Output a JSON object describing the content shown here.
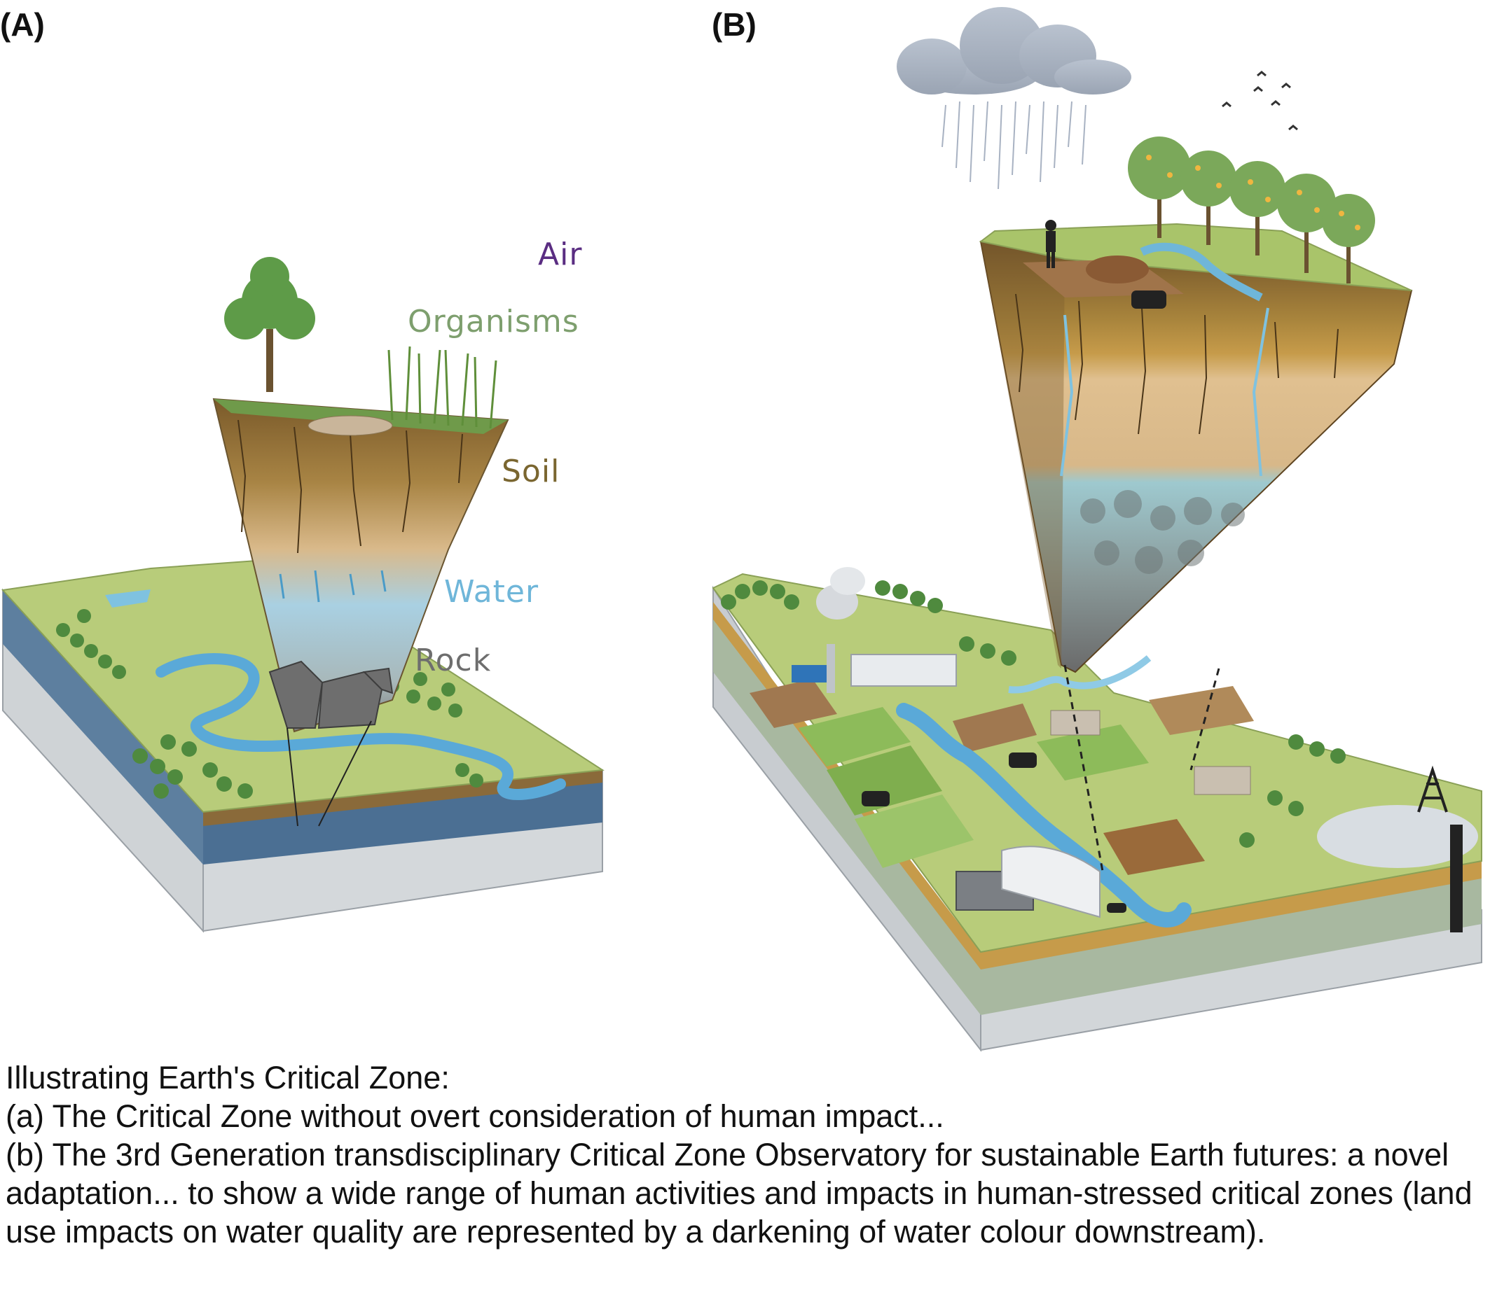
{
  "panels": {
    "a_label": "(A)",
    "b_label": "(B)"
  },
  "layers": [
    {
      "key": "air",
      "text": "Air",
      "color": "#5a2d82"
    },
    {
      "key": "organisms",
      "text": "Organisms",
      "color": "#7e9f6e"
    },
    {
      "key": "soil",
      "text": "Soil",
      "color": "#7a6630"
    },
    {
      "key": "water",
      "text": "Water",
      "color": "#6fb6d9"
    },
    {
      "key": "rock",
      "text": "Rock",
      "color": "#6e6e6e"
    }
  ],
  "caption": {
    "title": "Illustrating Earth's Critical Zone:",
    "line_a": "(a) The Critical Zone without overt consideration of human impact...",
    "line_b": "(b) The 3rd Generation transdisciplinary Critical Zone Observatory for sustainable Earth futures: a novel adaptation... to show a wide range of human activities and impacts in human-stressed critical zones (land use impacts on water quality are represented by a darkening of water colour downstream)."
  },
  "colors": {
    "grass": "#a9c46a",
    "soil_dark": "#7a5a2a",
    "soil_light": "#d9b98a",
    "water": "#7fc2e0",
    "river": "#5aa9d8",
    "rock": "#8a8a8a",
    "bedrock": "#c8ccd0",
    "tree": "#4f8a3e"
  }
}
